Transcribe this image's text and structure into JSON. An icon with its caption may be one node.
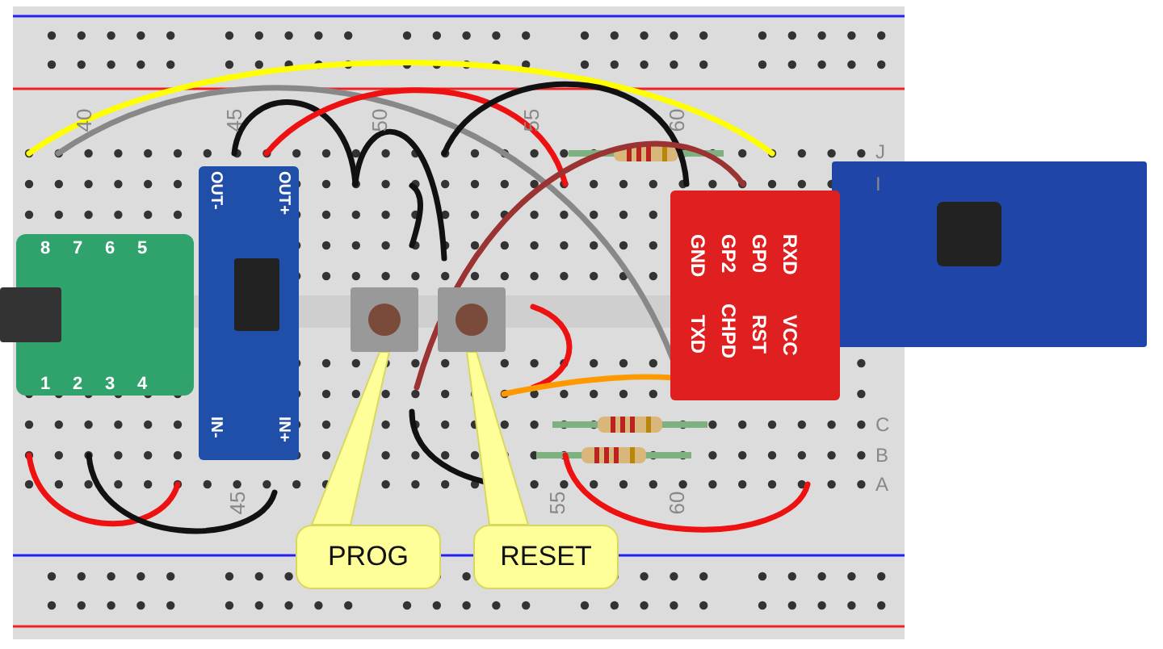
{
  "diagram": {
    "nodes": [
      {
        "text": [],
        "shape": "box"
      },
      {
        "text": [],
        "shape": "box"
      },
      {
        "text": [
          "PROG"
        ]
      },
      {
        "text": [
          "RESET"
        ]
      }
    ],
    "edges": [
      {
        "from": 2,
        "to": 0,
        "arrow": "none"
      },
      {
        "from": 3,
        "to": 1,
        "arrow": "none"
      }
    ],
    "labels": [
      "40",
      "45",
      "50",
      "55",
      "60",
      "J",
      "I",
      "OUT-",
      "OUT+",
      "8",
      "7",
      "6",
      "5",
      "GND",
      "GP2",
      "GP0",
      "RXD",
      "TXD",
      "CHPD",
      "RST",
      "VCC",
      "1",
      "2",
      "3",
      "4",
      "IN-",
      "IN+",
      "C",
      "B",
      "A",
      "45",
      "55",
      "60"
    ]
  }
}
